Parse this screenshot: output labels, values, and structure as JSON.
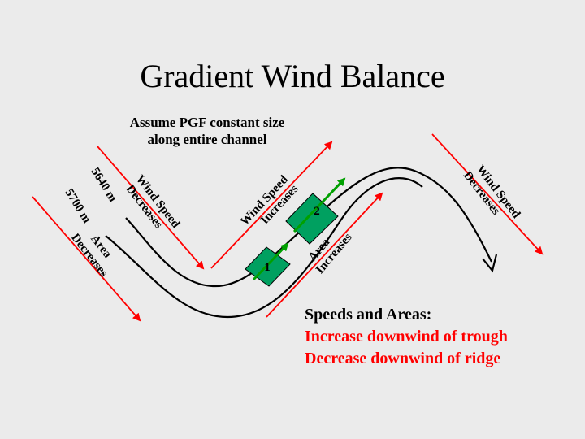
{
  "title": "Gradient Wind Balance",
  "subtitle": "Assume PGF constant size along entire channel",
  "contours": {
    "upper": "5640 m",
    "lower": "5700 m"
  },
  "labels": {
    "area_decreases_left": [
      "Area",
      "Decreases"
    ],
    "wind_speed_decreases_left": [
      "Wind Speed",
      "Decreases"
    ],
    "wind_speed_increases": [
      "Wind Speed",
      "Increases"
    ],
    "area_increases": [
      "Area",
      "Increases"
    ],
    "wind_speed_decreases_right": [
      "Wind Speed",
      "Decreases"
    ]
  },
  "boxes": [
    "1",
    "2"
  ],
  "caption": {
    "heading": "Speeds and Areas:",
    "body": "Increase downwind of trough Decrease downwind of ridge"
  },
  "colors": {
    "accent": "#ff0000",
    "box": "#00a060",
    "arrow": "#00a000",
    "background": "#ebebeb"
  }
}
